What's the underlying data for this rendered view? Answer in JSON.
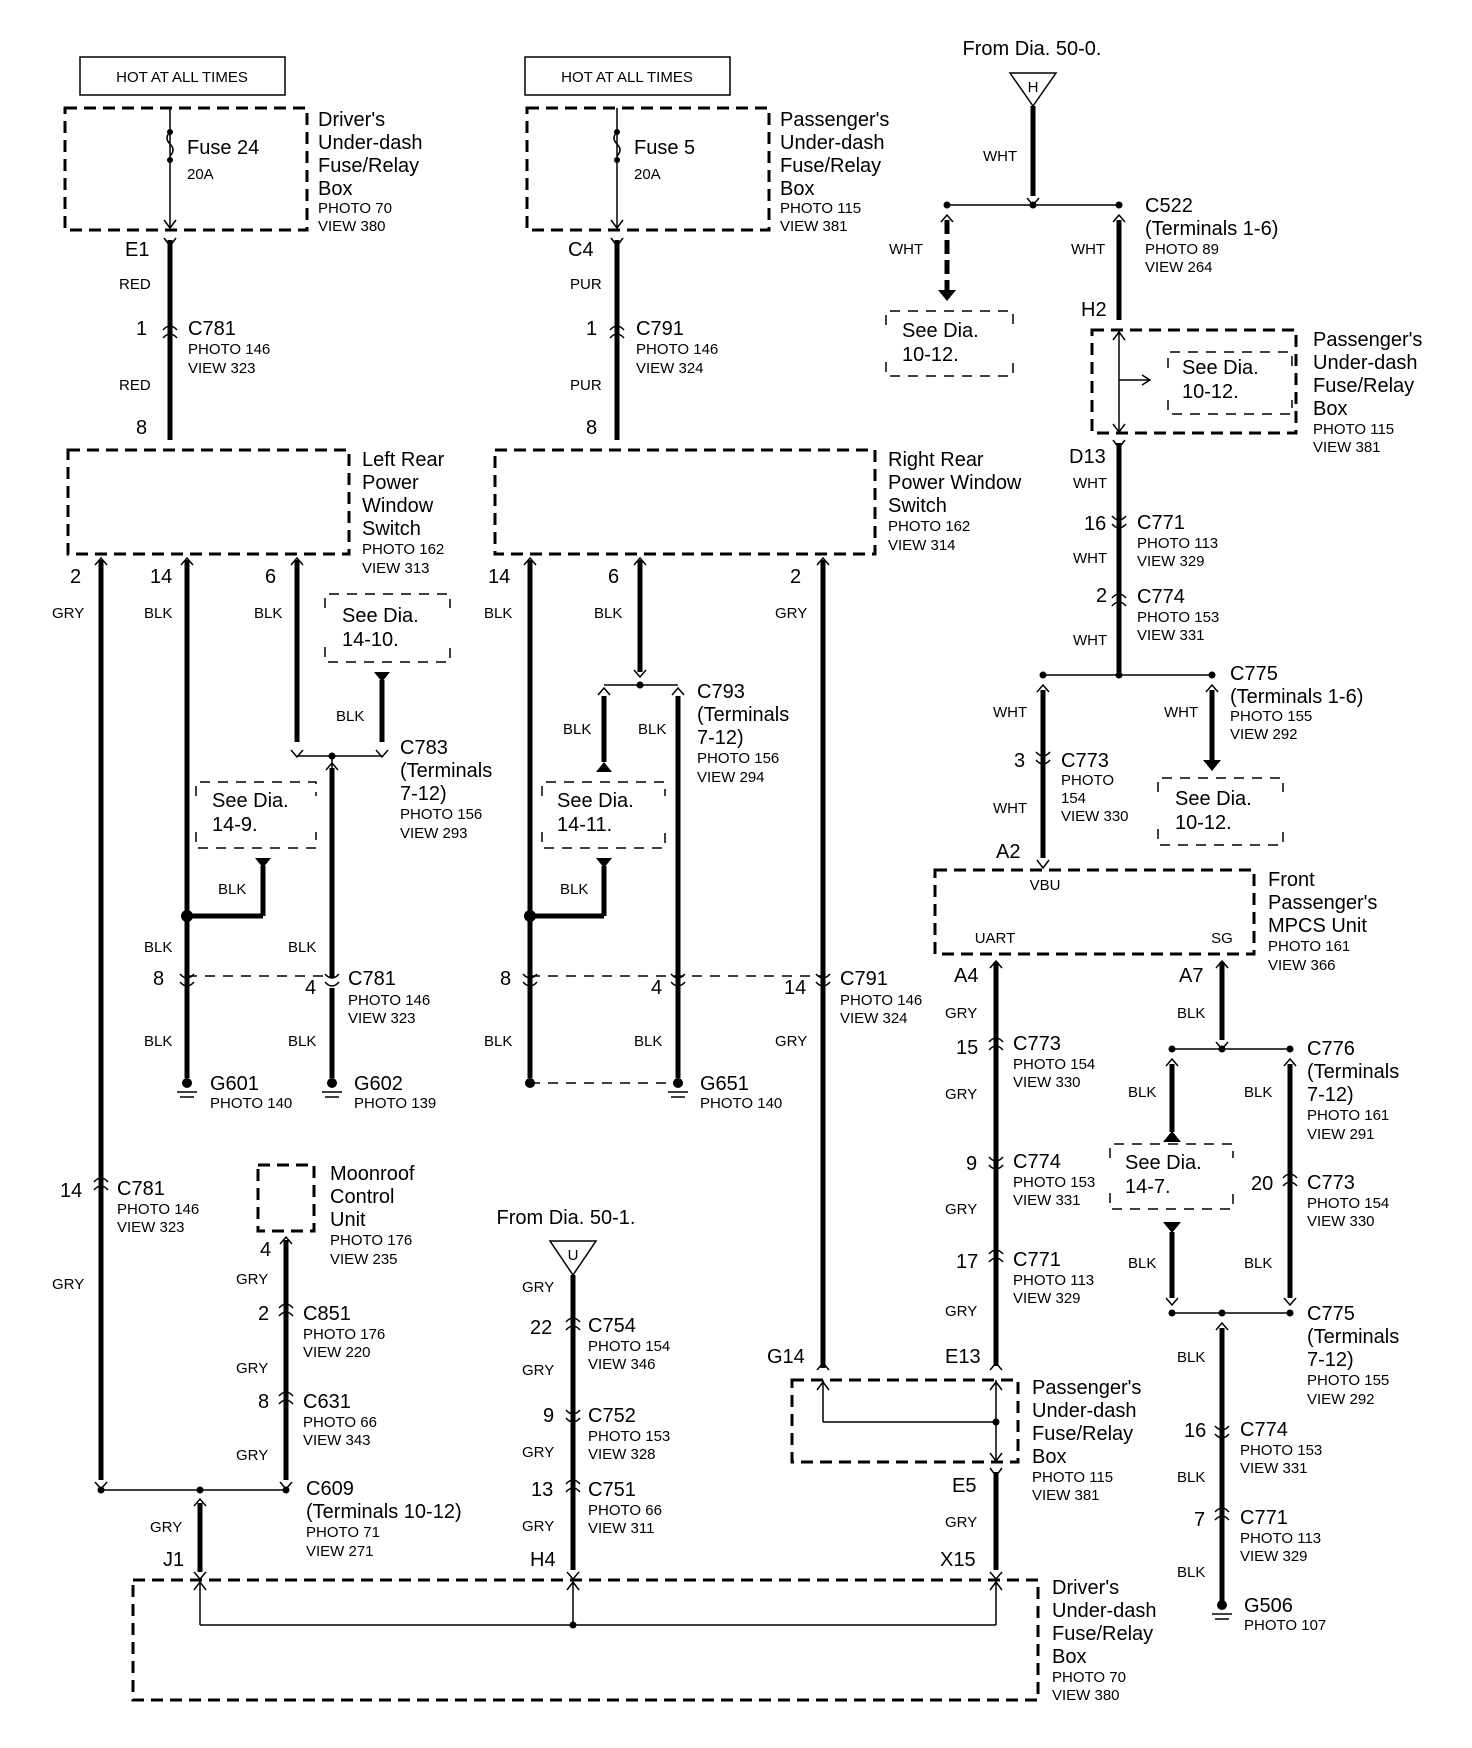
{
  "power": {
    "hot1": "HOT AT ALL TIMES",
    "hot2": "HOT AT ALL TIMES"
  },
  "fuses": {
    "f24": {
      "name": "Fuse 24",
      "amp": "20A"
    },
    "f5": {
      "name": "Fuse 5",
      "amp": "20A"
    }
  },
  "components": {
    "drv_box_top": [
      "Driver's",
      "Under-dash",
      "Fuse/Relay",
      "Box",
      "PHOTO 70",
      "VIEW 380"
    ],
    "pass_box_top": [
      "Passenger's",
      "Under-dash",
      "Fuse/Relay",
      "Box",
      "PHOTO 115",
      "VIEW 381"
    ],
    "pass_box_right": [
      "Passenger's",
      "Under-dash",
      "Fuse/Relay",
      "Box",
      "PHOTO 115",
      "VIEW 381"
    ],
    "left_switch": [
      "Left Rear",
      "Power",
      "Window",
      "Switch",
      "PHOTO 162",
      "VIEW 313"
    ],
    "right_switch": [
      "Right Rear",
      "Power Window",
      "Switch",
      "PHOTO 162",
      "VIEW 314"
    ],
    "mpcs": [
      "Front",
      "Passenger's",
      "MPCS Unit",
      "PHOTO 161",
      "VIEW 366"
    ],
    "moonroof": [
      "Moonroof",
      "Control",
      "Unit",
      "PHOTO 176",
      "VIEW 235"
    ],
    "pass_box_mid": [
      "Passenger's",
      "Under-dash",
      "Fuse/Relay",
      "Box",
      "PHOTO 115",
      "VIEW 381"
    ],
    "drv_box_bottom": [
      "Driver's",
      "Under-dash",
      "Fuse/Relay",
      "Box",
      "PHOTO 70",
      "VIEW 380"
    ]
  },
  "mpcs_pins": {
    "vbu": "VBU",
    "uart": "UART",
    "sg": "SG"
  },
  "from_refs": {
    "h_text": "From Dia. 50-0.",
    "h_letter": "H",
    "u_text": "From Dia. 50-1.",
    "u_letter": "U"
  },
  "see_refs": {
    "s1410": [
      "See Dia.",
      "14-10."
    ],
    "s149": [
      "See Dia.",
      "14-9."
    ],
    "s1411": [
      "See Dia.",
      "14-11."
    ],
    "s1012a": [
      "See Dia.",
      "10-12."
    ],
    "s1012b": [
      "See Dia.",
      "10-12."
    ],
    "s1012c": [
      "See Dia.",
      "10-12."
    ],
    "s147": [
      "See Dia.",
      "14-7."
    ]
  },
  "connectors": {
    "c781a": [
      "C781",
      "PHOTO 146",
      "VIEW 323"
    ],
    "c791a": [
      "C791",
      "PHOTO 146",
      "VIEW 324"
    ],
    "c522": [
      "C522",
      "(Terminals 1-6)",
      "PHOTO 89",
      "VIEW 264"
    ],
    "c771a": [
      "C771",
      "PHOTO 113",
      "VIEW 329"
    ],
    "c774a": [
      "C774",
      "PHOTO 153",
      "VIEW 331"
    ],
    "c775a": [
      "C775",
      "(Terminals 1-6)",
      "PHOTO 155",
      "VIEW 292"
    ],
    "c773a": [
      "C773",
      "PHOTO",
      "154",
      "VIEW 330"
    ],
    "c783": [
      "C783",
      "(Terminals",
      "7-12)",
      "PHOTO 156",
      "VIEW 293"
    ],
    "c793": [
      "C793",
      "(Terminals",
      "7-12)",
      "PHOTO 156",
      "VIEW 294"
    ],
    "c781b": [
      "C781",
      "PHOTO 146",
      "VIEW 323"
    ],
    "c791b": [
      "C791",
      "PHOTO 146",
      "VIEW 324"
    ],
    "c773b": [
      "C773",
      "PHOTO 154",
      "VIEW 330"
    ],
    "c774b": [
      "C774",
      "PHOTO 153",
      "VIEW 331"
    ],
    "c771b": [
      "C771",
      "PHOTO 113",
      "VIEW 329"
    ],
    "c776": [
      "C776",
      "(Terminals",
      "7-12)",
      "PHOTO 161",
      "VIEW 291"
    ],
    "c773c": [
      "C773",
      "PHOTO 154",
      "VIEW 330"
    ],
    "c775b": [
      "C775",
      "(Terminals",
      "7-12)",
      "PHOTO 155",
      "VIEW 292"
    ],
    "c774c": [
      "C774",
      "PHOTO 153",
      "VIEW 331"
    ],
    "c771c": [
      "C771",
      "PHOTO 113",
      "VIEW 329"
    ],
    "c781c": [
      "C781",
      "PHOTO 146",
      "VIEW 323"
    ],
    "c851": [
      "C851",
      "PHOTO 176",
      "VIEW 220"
    ],
    "c631": [
      "C631",
      "PHOTO 66",
      "VIEW 343"
    ],
    "c609": [
      "C609",
      "(Terminals 10-12)",
      "PHOTO 71",
      "VIEW 271"
    ],
    "c754": [
      "C754",
      "PHOTO 154",
      "VIEW 346"
    ],
    "c752": [
      "C752",
      "PHOTO 153",
      "VIEW 328"
    ],
    "c751": [
      "C751",
      "PHOTO 66",
      "VIEW 311"
    ]
  },
  "grounds": {
    "g601": [
      "G601",
      "PHOTO 140"
    ],
    "g602": [
      "G602",
      "PHOTO 139"
    ],
    "g651": [
      "G651",
      "PHOTO 140"
    ],
    "g506": [
      "G506",
      "PHOTO 107"
    ]
  },
  "terminals": {
    "e1": "E1",
    "c4": "C4",
    "h2": "H2",
    "d13": "D13",
    "a2": "A2",
    "a4": "A4",
    "a7": "A7",
    "g14": "G14",
    "e13": "E13",
    "e5": "E5",
    "j1": "J1",
    "h4": "H4",
    "x15": "X15",
    "p1a": "1",
    "p8a": "8",
    "p1b": "1",
    "p8b": "8",
    "p2l": "2",
    "p14l": "14",
    "p6l": "6",
    "p14r": "14",
    "p6r": "6",
    "p2r": "2",
    "p8c": "8",
    "p4c": "4",
    "p8d": "8",
    "p4d": "4",
    "p14d": "14",
    "p16": "16",
    "p2e": "2",
    "p3": "3",
    "p15": "15",
    "p9": "9",
    "p17": "17",
    "p14e": "14",
    "p4e": "4",
    "p2f": "2",
    "p8f": "8",
    "p22": "22",
    "p9b": "9",
    "p13": "13",
    "p20": "20",
    "p16b": "16",
    "p7": "7"
  },
  "wires": {
    "red1": "RED",
    "red2": "RED",
    "pur1": "PUR",
    "pur2": "PUR",
    "gry_l1": "GRY",
    "blk_l1": "BLK",
    "blk_l2": "BLK",
    "blk_l3": "BLK",
    "blk_l4": "BLK",
    "blk_l5": "BLK",
    "blk_l6": "BLK",
    "blk_l7": "BLK",
    "blk_l8": "BLK",
    "blk_r1": "BLK",
    "blk_r2": "BLK",
    "blk_r3": "BLK",
    "blk_r4": "BLK",
    "blk_r5": "BLK",
    "blk_r6": "BLK",
    "blk_r7": "BLK",
    "gry_r1": "GRY",
    "gry_r2": "GRY",
    "wht1": "WHT",
    "wht2": "WHT",
    "wht3": "WHT",
    "wht4": "WHT",
    "wht5": "WHT",
    "wht6": "WHT",
    "wht7": "WHT",
    "wht8": "WHT",
    "wht9": "WHT",
    "gry_m1": "GRY",
    "gry_m2": "GRY",
    "gry_m3": "GRY",
    "gry_m4": "GRY",
    "gry_m5": "GRY",
    "blk_s1": "BLK",
    "blk_s2": "BLK",
    "blk_s3": "BLK",
    "blk_s4": "BLK",
    "blk_s5": "BLK",
    "blk_s6": "BLK",
    "blk_s7": "BLK",
    "blk_s8": "BLK",
    "gry_l2": "GRY",
    "gry_mr1": "GRY",
    "gry_mr2": "GRY",
    "gry_mr3": "GRY",
    "gry_mr4": "GRY",
    "gry_u1": "GRY",
    "gry_u2": "GRY",
    "gry_u3": "GRY",
    "gry_u4": "GRY"
  }
}
